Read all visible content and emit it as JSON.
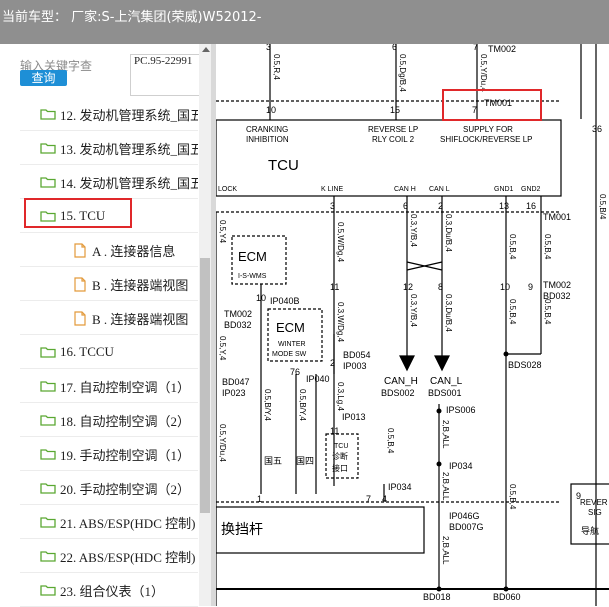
{
  "window": {
    "title": "当前车型：  厂家:S-上汽集团(荣威)W52012-"
  },
  "search": {
    "placeholder": "输入关键字查",
    "button": "查询",
    "code": "PC.95-22991"
  },
  "tree": [
    {
      "label": "12. 发动机管理系统_国五",
      "icon": "folder-icon"
    },
    {
      "label": "13. 发动机管理系统_国五",
      "icon": "folder-icon"
    },
    {
      "label": "14. 发动机管理系统_国五",
      "icon": "folder-icon"
    },
    {
      "label": "15. TCU",
      "icon": "folder-open-icon",
      "highlighted": true
    },
    {
      "label": "A . 连接器信息",
      "icon": "document-icon"
    },
    {
      "label": "B . 连接器端视图",
      "icon": "document-icon"
    },
    {
      "label": "B . 连接器端视图",
      "icon": "document-icon"
    },
    {
      "label": "16. TCCU",
      "icon": "folder-icon"
    },
    {
      "label": "17. 自动控制空调（1）",
      "icon": "folder-icon"
    },
    {
      "label": "18. 自动控制空调（2）",
      "icon": "folder-icon"
    },
    {
      "label": "19. 手动控制空调（1）",
      "icon": "folder-icon"
    },
    {
      "label": "20. 手动控制空调（2）",
      "icon": "folder-icon"
    },
    {
      "label": "21. ABS/ESP(HDC 控制)",
      "icon": "folder-icon"
    },
    {
      "label": "22. ABS/ESP(HDC 控制)",
      "icon": "folder-icon"
    },
    {
      "label": "23. 组合仪表（1）",
      "icon": "folder-icon"
    }
  ],
  "diagram": {
    "pin_top_left": "3",
    "pin_top_mid": "6",
    "pin_top_right": "7",
    "wire_r4": "0.5,R,4",
    "wire_dgb4": "0.5,Dg/B,4",
    "wire_yfdu4": "0.5,Y/Du,4",
    "tm002_top": "TM002",
    "tm001_top": "TM001",
    "pin_10": "10",
    "pin_15": "15",
    "pin_7": "7",
    "cranking": "CRANKING",
    "inhibition": "INHIBITION",
    "reverse_lp": "REVERSE LP",
    "rly_coil": "RLY COIL 2",
    "supply_for": "SUPPLY FOR",
    "shiflock": "SHIFLOCK/REVERSE LP",
    "tcu": "TCU",
    "lock": "LOCK",
    "k_line": "K LINE",
    "can_h": "CAN H",
    "can_l": "CAN L",
    "gnd1": "GND1",
    "gnd2": "GND2",
    "pin_3": "3",
    "pin_6": "6",
    "pin_2": "2",
    "pin_13": "13",
    "pin_16": "16",
    "tm001_r": "TM001",
    "w_y4": "0.5,Y4",
    "w_wdg4": "0.5,W/Dg,4",
    "w_yb4": "0.3,Y/B,4",
    "w_dub4": "0.3,Du/B,4",
    "w_b4_a": "0.5,B,4",
    "w_b4_b": "0.5,B,4",
    "ecm1": "ECM",
    "ecm1_sub": "I-S-WMS",
    "pin_10b": "10",
    "ip040b": "IP040B",
    "tm002_l": "TM002",
    "bd032_l": "BD032",
    "ecm2": "ECM",
    "winter": "WINTER",
    "mode_sw": "MODE SW",
    "pin_11": "11",
    "w_wdg4b": "0.3,W/Dg,4",
    "pin_12": "12",
    "pin_8": "8",
    "w_yb4b": "0.3,Y/B,4",
    "w_dub4b": "0.3,Du/B,4",
    "pin_10c": "10",
    "pin_9": "9",
    "tm002_r": "TM002",
    "bd032_r": "BD032",
    "w_b4_c": "0.5,B,4",
    "w_b4_d": "0.5,B,4",
    "bd054": "BD054",
    "ip003": "IP003",
    "pin_2b": "2",
    "bds028": "BDS028",
    "can_h_out": "CAN_H",
    "bds002": "BDS002",
    "can_l_out": "CAN_L",
    "bds001": "BDS001",
    "bd047": "BD047",
    "ip023": "IP023",
    "pin_76": "76",
    "ip040": "IP040",
    "w_lg4": "0.3,Lg,4",
    "pin_11b": "11",
    "ip013": "IP013",
    "w_by4": "0.5,B/Y,4",
    "w_by4b": "0.5,B/Y,4",
    "w_y4b": "0.5,Y,4",
    "tcu_diag1": "TCU",
    "tcu_diag2": "诊断",
    "tcu_diag3": "接口",
    "guo5": "国五",
    "guo4": "国四",
    "ips006": "IPS006",
    "w_ball": "2,B,ALL",
    "ip034": "IP034",
    "ip034b": "IP034",
    "w_b4e": "0.5,B,4",
    "w_ballb": "2,B,ALL",
    "ip046g": "IP046G",
    "bd007g": "BD007G",
    "w_ballc": "2,B,ALL",
    "w_b4f": "0.5,B,4",
    "pin_1": "1",
    "pin_7b": "7",
    "pin_4": "4",
    "shifter": "换挡杆",
    "pin_9b": "9",
    "rever": "REVER",
    "sig": "SIG",
    "daohang": "导航",
    "pin_36": "36",
    "w_b4g": "0.5,B/4",
    "w_y4c": "0.5,Y/Du,4",
    "bd018": "BD018",
    "bd060": "BD060"
  }
}
